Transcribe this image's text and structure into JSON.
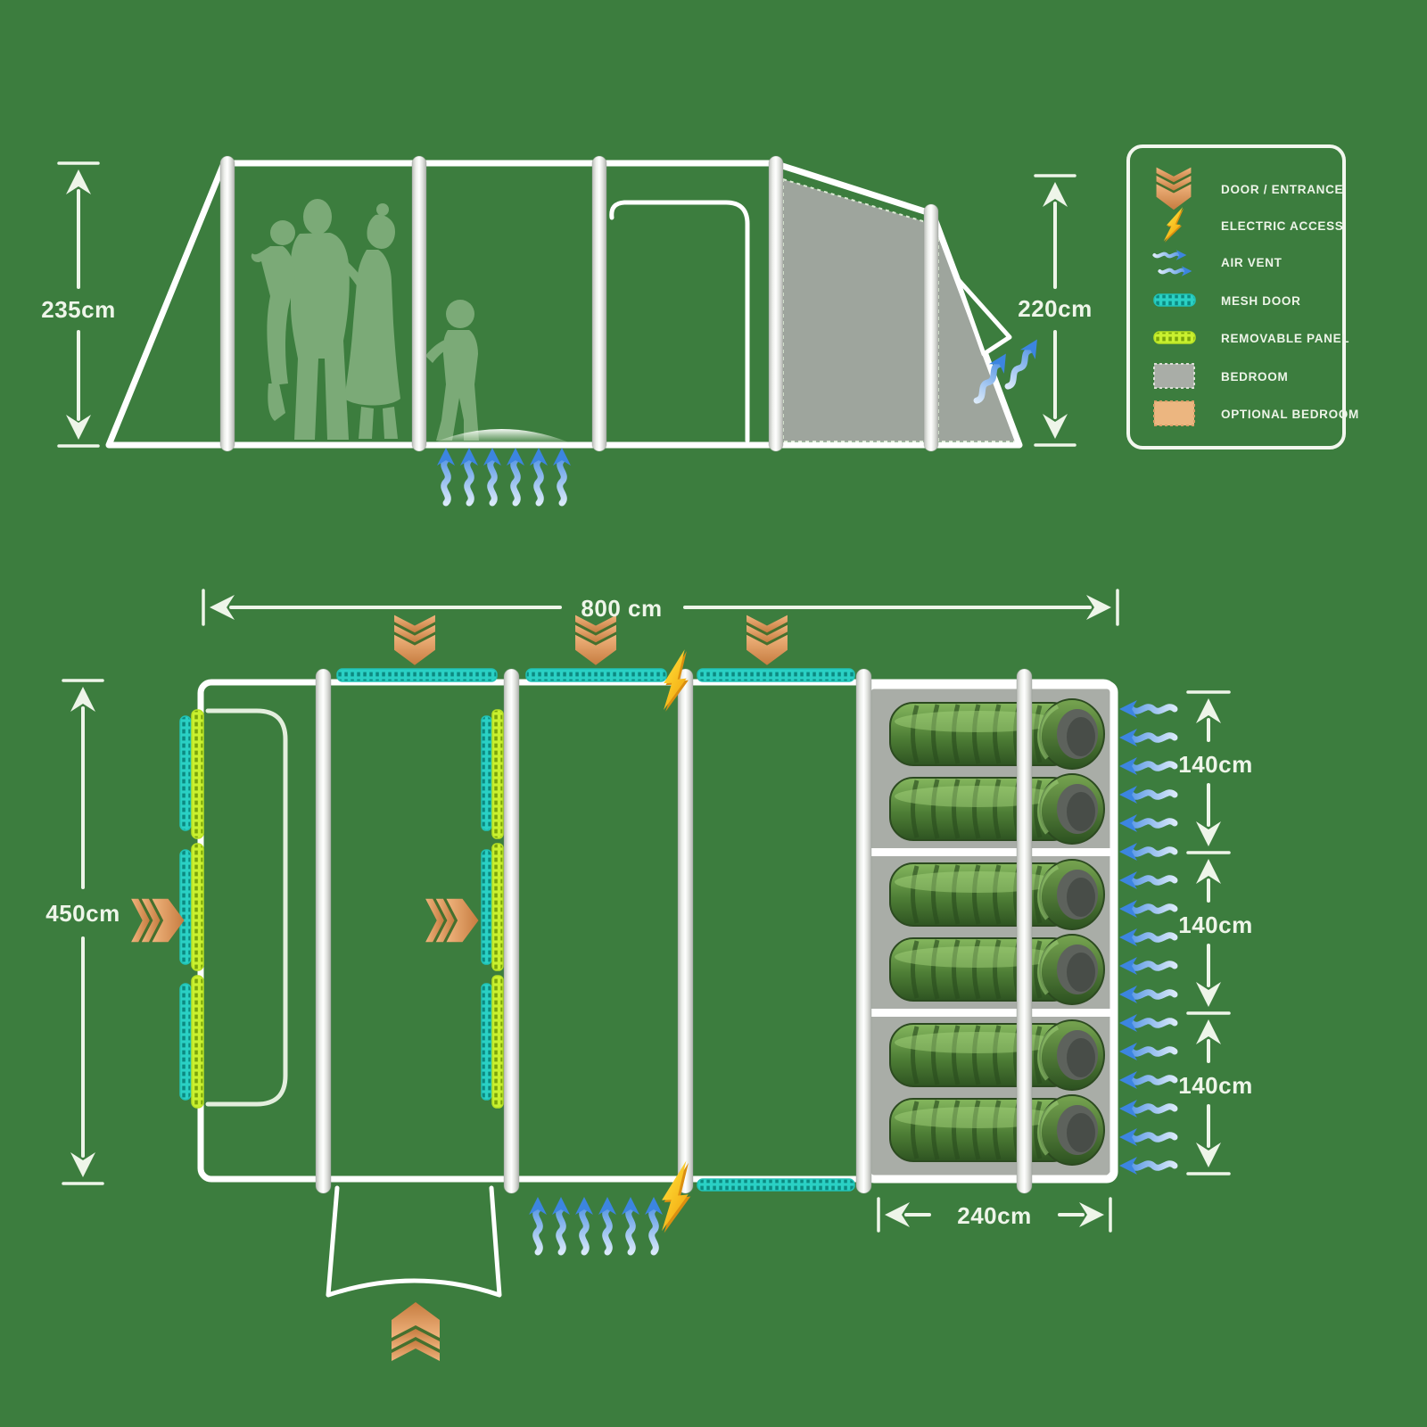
{
  "side_view": {
    "height_left": "235cm",
    "height_right": "220cm"
  },
  "floor_plan": {
    "width": "800 cm",
    "depth": "450cm",
    "bedroom_width": "240cm",
    "section_depths": [
      "140cm",
      "140cm",
      "140cm"
    ],
    "sleeping_bag_count": 6
  },
  "legend": {
    "items": [
      {
        "icon": "door-chevron-icon",
        "label": "DOOR / ENTRANCE"
      },
      {
        "icon": "electric-bolt-icon",
        "label": "ELECTRIC ACCESS"
      },
      {
        "icon": "air-vent-icon",
        "label": "AIR VENT"
      },
      {
        "icon": "mesh-door-swatch",
        "label": "MESH DOOR"
      },
      {
        "icon": "removable-panel-swatch",
        "label": "REMOVABLE PANEL"
      },
      {
        "icon": "bedroom-swatch",
        "label": "BEDROOM"
      },
      {
        "icon": "optional-bedroom-swatch",
        "label": "OPTIONAL BEDROOM"
      }
    ]
  },
  "colors": {
    "background_green": "#3C7D3E",
    "door_orange": "#DD9A62",
    "electric_yellow": "#FFD92B",
    "vent_blue": "#3C85E0",
    "mesh_teal": "#2AD0C4",
    "panel_lime": "#C9F02F",
    "bedroom_gray": "#A9ADA7",
    "optional_bedroom_tan": "#ECB680",
    "silhouette_green": "#7BAA77"
  }
}
